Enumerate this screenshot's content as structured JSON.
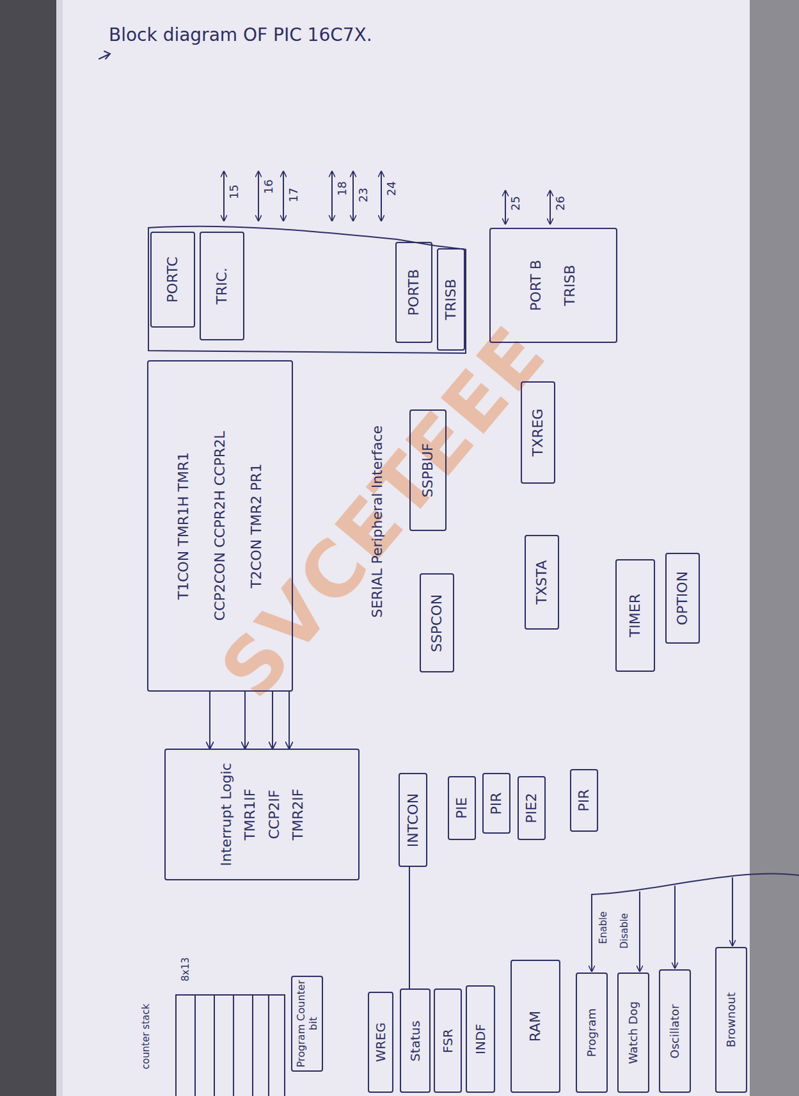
{
  "diagram": {
    "title": "Block diagram OF PIC 16C7X.",
    "nodes": [
      {
        "text": [
          "PORTC"
        ]
      },
      {
        "text": [
          "TRIC."
        ]
      },
      {
        "text": [
          "PORTB"
        ]
      },
      {
        "text": [
          "TRISB"
        ]
      },
      {
        "text": [
          "PORT B",
          "TRISB"
        ]
      },
      {
        "text": [
          "T1CON TMR1H TMR1",
          "CCP2CON CCPR2H CCPR2L",
          "T2CON TMR2 PR1"
        ]
      },
      {
        "text": [
          "SSPBUF"
        ]
      },
      {
        "text": [
          "SSPCON"
        ]
      },
      {
        "text": [
          "TXREG"
        ]
      },
      {
        "text": [
          "TXSTA"
        ]
      },
      {
        "text": [
          "TIMER"
        ]
      },
      {
        "text": [
          "OPTION"
        ]
      },
      {
        "text": [
          "Interrupt Logic",
          "TMR1IF",
          "CCP2IF",
          "TMR2IF"
        ]
      },
      {
        "text": [
          "INTCON"
        ]
      },
      {
        "text": [
          "PIE"
        ]
      },
      {
        "text": [
          "PIR"
        ]
      },
      {
        "text": [
          "PIE2"
        ]
      },
      {
        "text": [
          "PIR"
        ]
      },
      {
        "text": [
          "Program Counter bit"
        ]
      },
      {
        "text": [
          "WREG"
        ]
      },
      {
        "text": [
          "Status"
        ]
      },
      {
        "text": [
          "FSR"
        ]
      },
      {
        "text": [
          "INDF"
        ]
      },
      {
        "text": [
          "RAM"
        ]
      },
      {
        "text": [
          "Program"
        ]
      },
      {
        "text": [
          "Watch Dog"
        ]
      },
      {
        "text": [
          "Oscillator"
        ]
      },
      {
        "text": [
          "Brownout"
        ]
      }
    ],
    "edges": [
      {
        "from": 5,
        "to": 12,
        "arrow": "to"
      },
      {
        "from": 5,
        "to": 12,
        "arrow": "to"
      },
      {
        "from": 5,
        "to": 12,
        "arrow": "to"
      },
      {
        "from": 5,
        "to": 12,
        "arrow": "to"
      },
      {
        "from": 13,
        "to": 20,
        "arrow": "none"
      }
    ],
    "labels": [
      "15",
      "16",
      "17",
      "18",
      "23",
      "24",
      "25",
      "26",
      "SERIAL Peripheral Interface",
      "8x13",
      "counter stack",
      "Enable",
      "Disable",
      "SVCETEEE"
    ]
  }
}
